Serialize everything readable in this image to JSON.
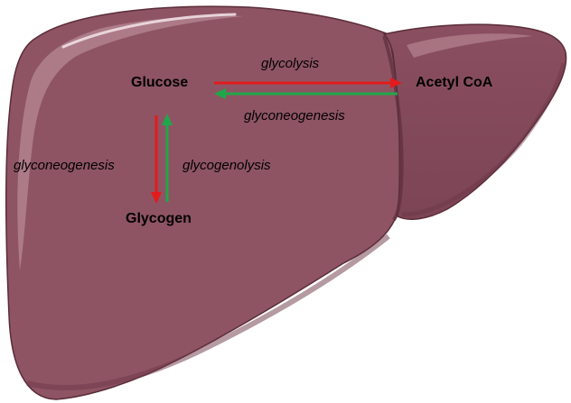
{
  "nodes": {
    "glucose": "Glucose",
    "acetyl_coa": "Acetyl CoA",
    "glycogen": "Glycogen"
  },
  "edges": {
    "glucose_to_acetyl": {
      "label": "glycolysis",
      "color": "#e31b1b"
    },
    "acetyl_to_glucose": {
      "label": "glyconeogenesis",
      "color": "#1fa84a"
    },
    "glucose_to_glycogen": {
      "label": "glyconeogenesis",
      "color": "#e31b1b"
    },
    "glycogen_to_glucose": {
      "label": "glycogenolysis",
      "color": "#1fa84a"
    }
  },
  "colors": {
    "liver_fill": "#8e5464",
    "liver_shadow": "#6f3a4a",
    "liver_highlight": "#c79aa6",
    "liver_outline": "#5a2c39"
  }
}
